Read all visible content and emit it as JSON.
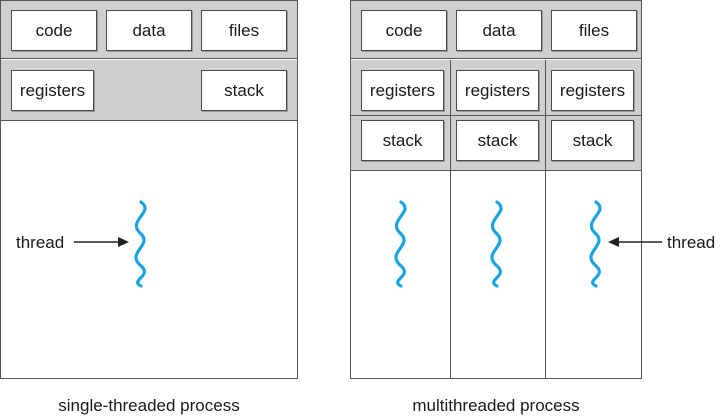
{
  "single": {
    "code": "code",
    "data": "data",
    "files": "files",
    "registers": "registers",
    "stack": "stack",
    "thread_label": "thread",
    "caption": "single-threaded process"
  },
  "multi": {
    "code": "code",
    "data": "data",
    "files": "files",
    "threads": [
      {
        "registers": "registers",
        "stack": "stack"
      },
      {
        "registers": "registers",
        "stack": "stack"
      },
      {
        "registers": "registers",
        "stack": "stack"
      }
    ],
    "thread_label": "thread",
    "caption": "multithreaded process"
  },
  "colors": {
    "thread_squiggle": "#1aa3e0",
    "band_gray": "#cfcfcf"
  }
}
